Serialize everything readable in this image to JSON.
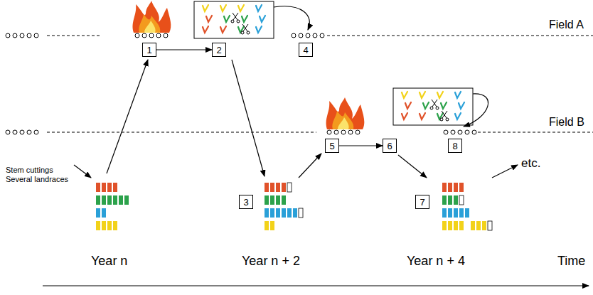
{
  "diagram": {
    "nodes": [
      {
        "text": [
          "1"
        ]
      },
      {
        "text": [
          "2"
        ]
      },
      {
        "text": [
          "3"
        ]
      },
      {
        "text": [
          "4"
        ]
      },
      {
        "text": [
          "5"
        ]
      },
      {
        "text": [
          "6"
        ]
      },
      {
        "text": [
          "7"
        ]
      },
      {
        "text": [
          "8"
        ]
      }
    ],
    "edges": [
      {
        "from": 0,
        "to": 1,
        "arrow": "to"
      },
      {
        "from": 4,
        "to": 5,
        "arrow": "to"
      }
    ],
    "labels": [
      "Field A",
      "Field B",
      "Stem cuttings Several landraces",
      "etc.",
      "Year n",
      "Year n + 2",
      "Year n + 4",
      "Time"
    ]
  }
}
